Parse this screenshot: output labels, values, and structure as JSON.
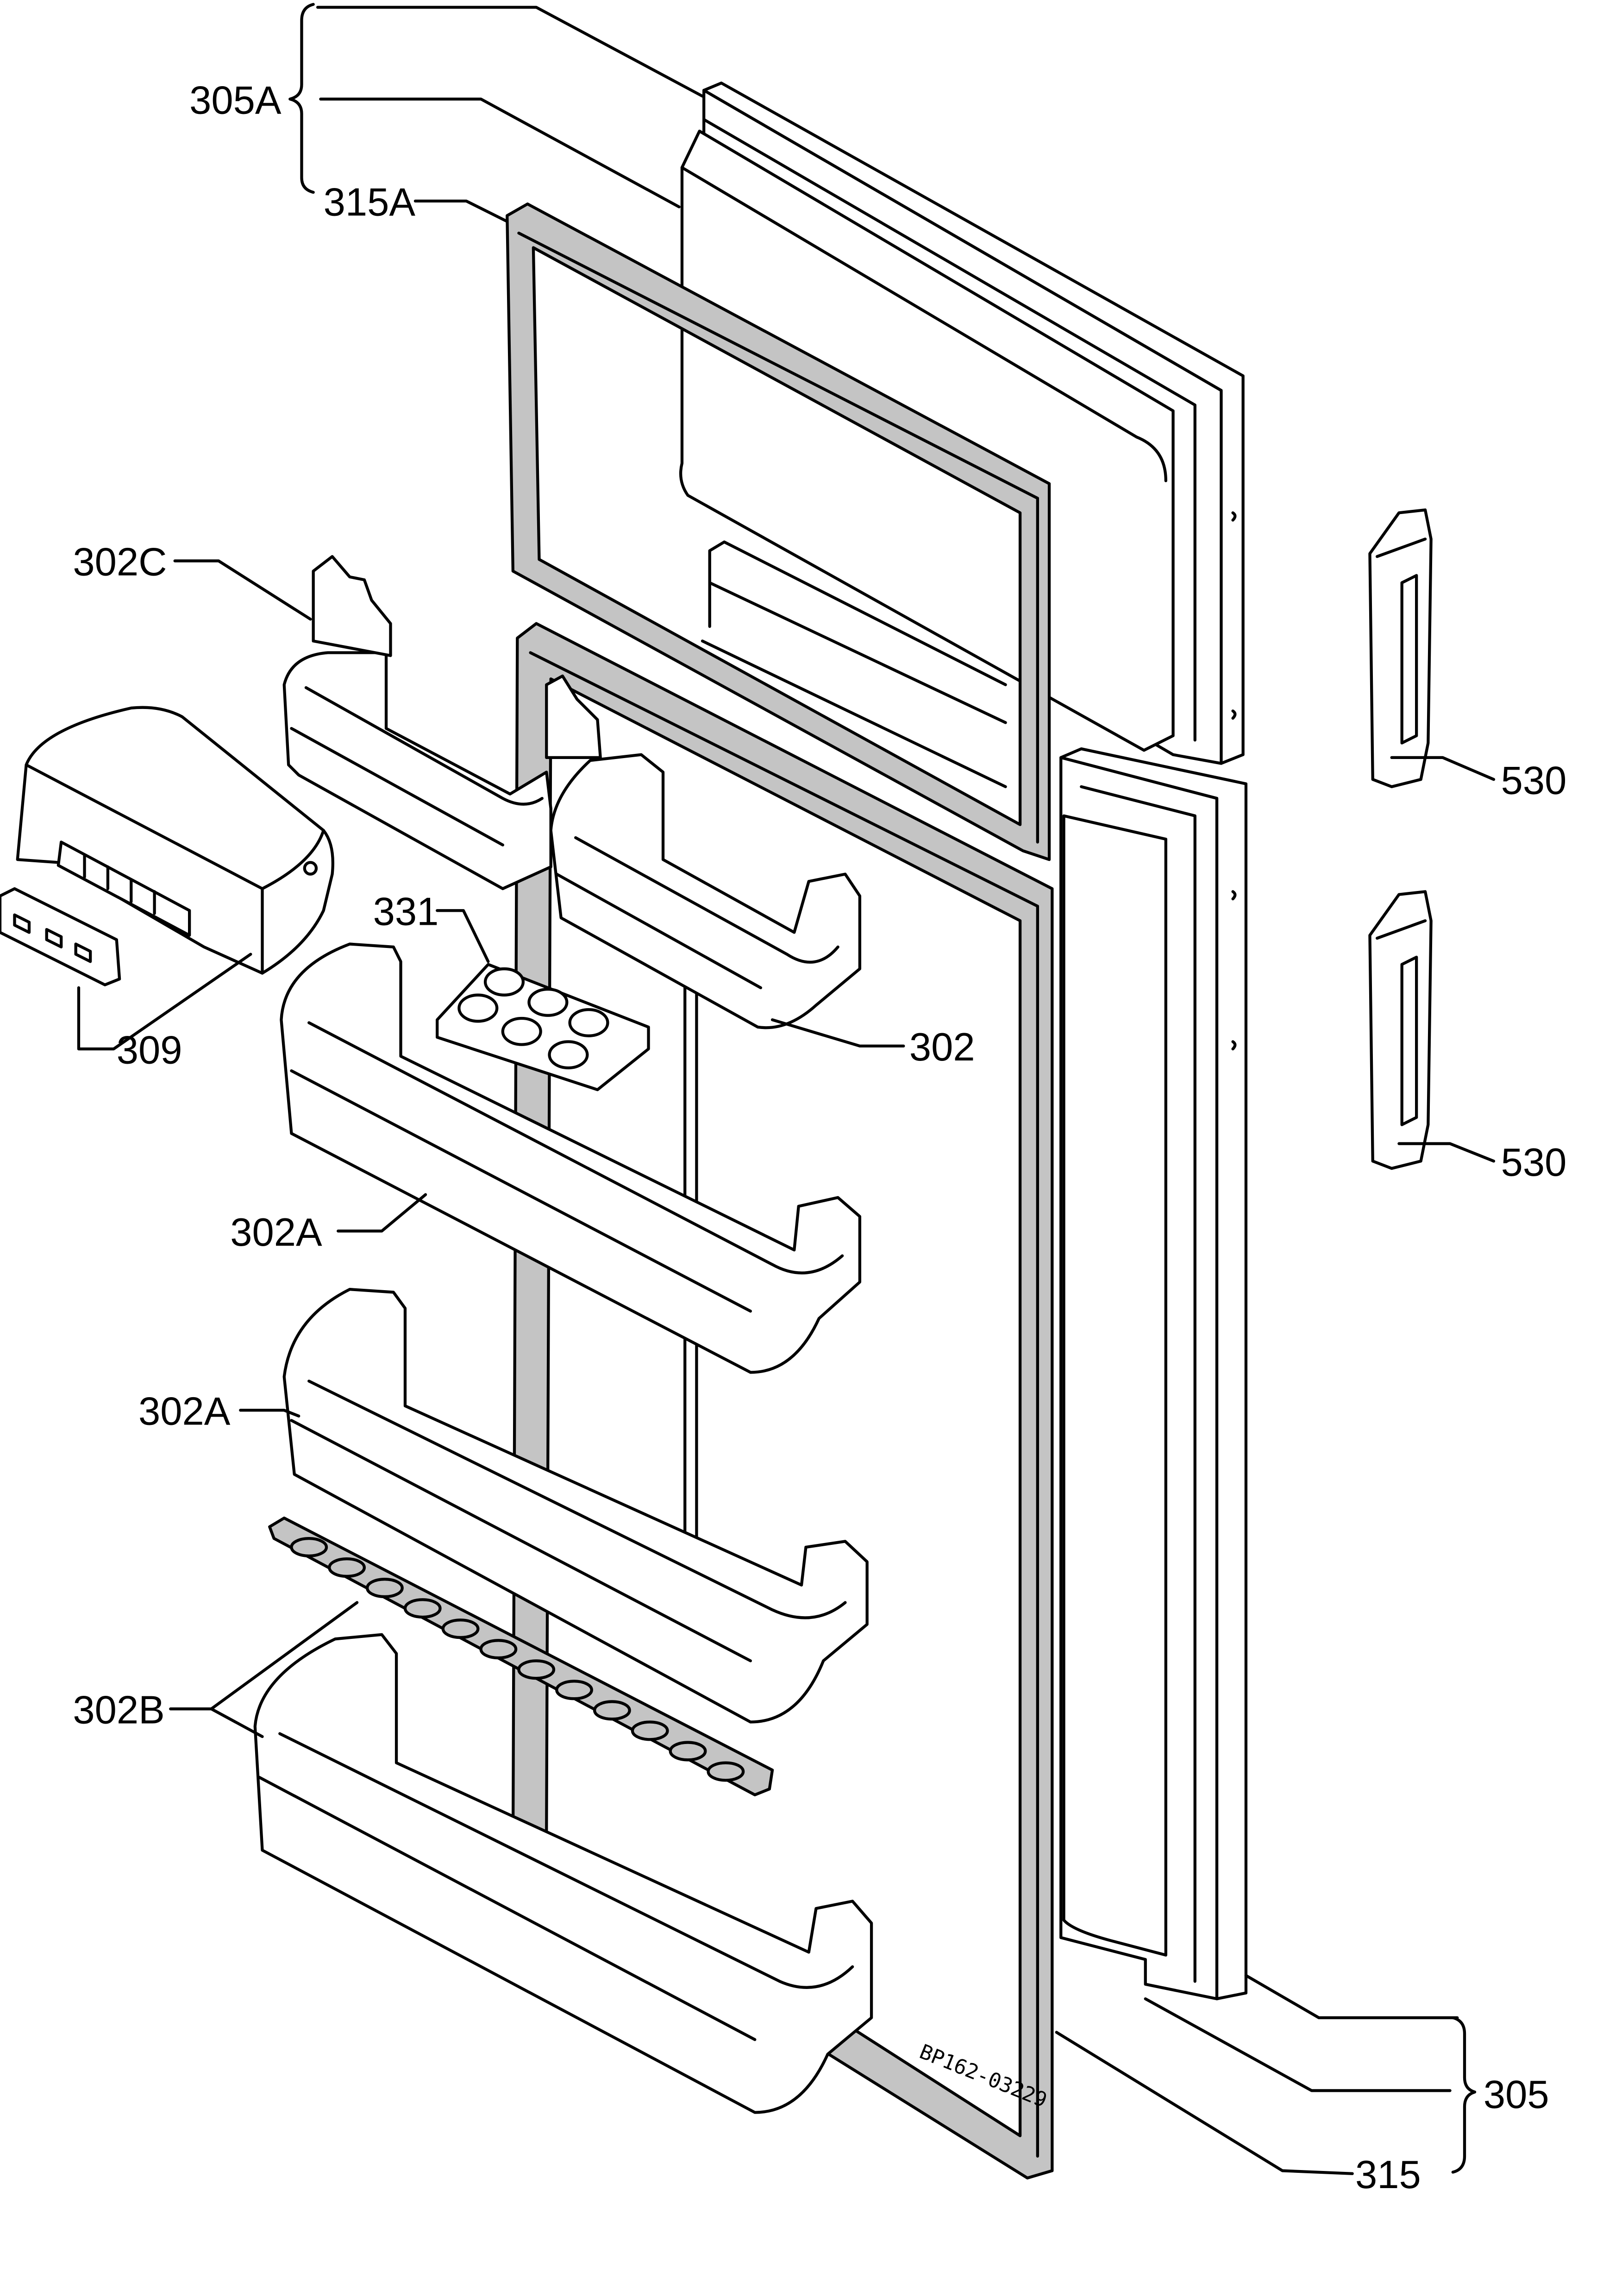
{
  "diagram": {
    "labels": {
      "door_panel_upper": "305A",
      "gasket_upper": "315A",
      "shelf_small": "302C",
      "butter_box": "309",
      "egg_tray": "331",
      "shelf": "302",
      "shelf_a_upper": "302A",
      "shelf_a_lower": "302A",
      "shelf_b": "302B",
      "handle_upper": "530",
      "handle_lower": "530",
      "door_panel_lower": "305",
      "gasket_lower": "315"
    },
    "drawing_code": "BP162-03229"
  },
  "colors": {
    "line": "#000000",
    "gasket": "#c4c4c4",
    "background": "#ffffff"
  }
}
